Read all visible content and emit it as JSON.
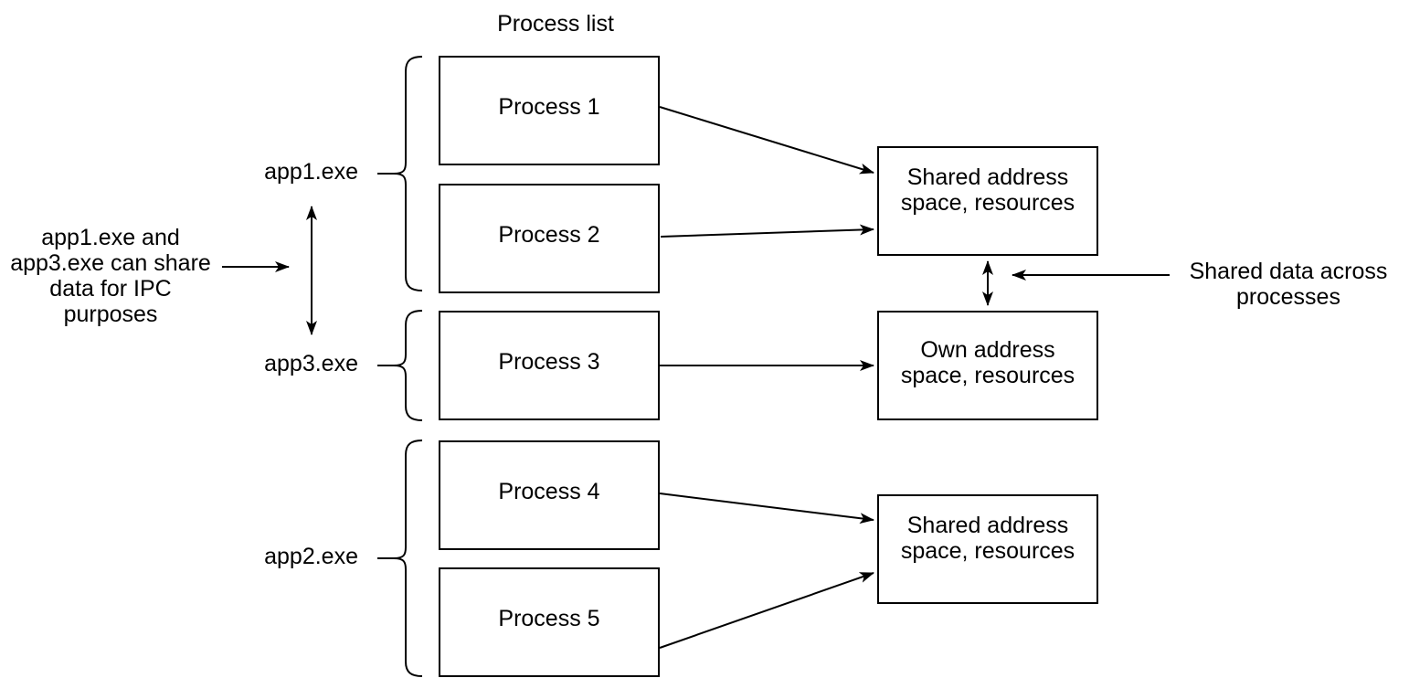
{
  "diagram": {
    "title": "Process list",
    "processes": [
      {
        "label": "Process 1"
      },
      {
        "label": "Process 2"
      },
      {
        "label": "Process 3"
      },
      {
        "label": "Process 4"
      },
      {
        "label": "Process 5"
      }
    ],
    "resources": [
      {
        "label": "Shared address\nspace, resources"
      },
      {
        "label": "Own address\nspace, resources"
      },
      {
        "label": "Shared address\nspace, resources"
      }
    ],
    "apps": [
      {
        "label": "app1.exe"
      },
      {
        "label": "app3.exe"
      },
      {
        "label": "app2.exe"
      }
    ],
    "annotations": {
      "ipc": "app1.exe and\napp3.exe can share\ndata for IPC purposes",
      "shared_data": "Shared data across\nprocesses"
    },
    "colors": {
      "stroke": "#000000",
      "background": "#ffffff",
      "text": "#000000"
    }
  }
}
